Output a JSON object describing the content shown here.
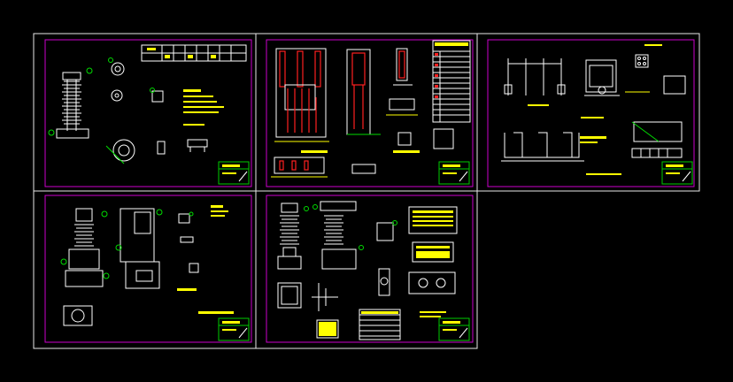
{
  "drawing": {
    "background_color": "#000000",
    "colors": {
      "sheet_frame": "#e8e8e8",
      "sheet_border": "#cc00cc",
      "title_block": "#00cc00",
      "text": "#ffff00",
      "outline": "#ffffff",
      "conductor": "#ff2020",
      "dimension": "#00dd00"
    },
    "sheets": [
      {
        "id": "sheet-1",
        "content": "insulator-elevation-and-fittings"
      },
      {
        "id": "sheet-2",
        "content": "switchgear-frame-and-busbar"
      },
      {
        "id": "sheet-3",
        "content": "support-structure-layout"
      },
      {
        "id": "sheet-4",
        "content": "bushing-assembly-details"
      },
      {
        "id": "sheet-5",
        "content": "insulator-columns-and-nameplates"
      }
    ]
  }
}
